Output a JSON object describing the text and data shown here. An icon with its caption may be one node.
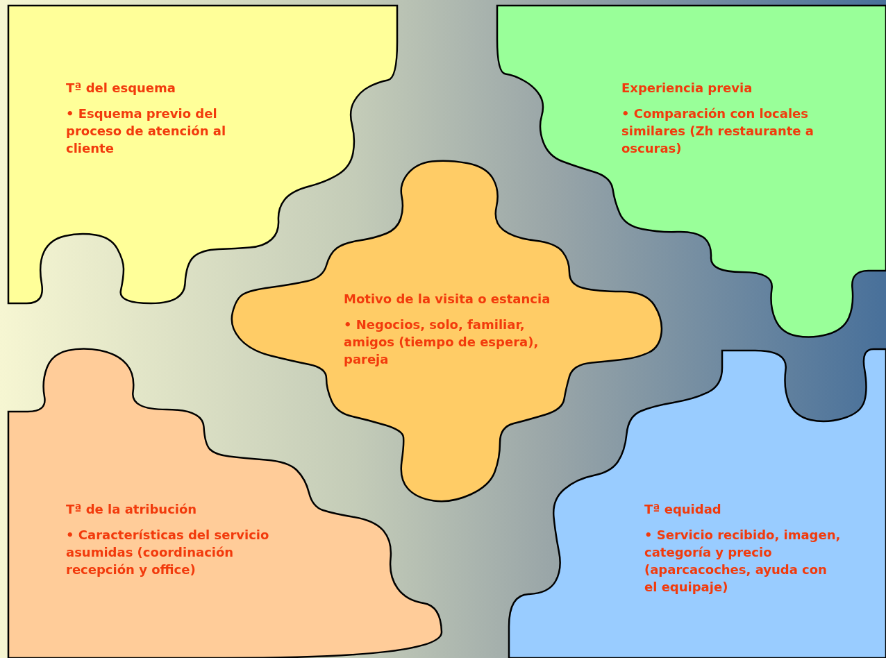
{
  "diagram": {
    "nodes": [
      {
        "text": [
          "Tª del esquema",
          "• Esquema previo del proceso de atención al cliente"
        ]
      },
      {
        "text": [
          "Experiencia previa",
          "• Comparación con locales similares (Zh restaurante a oscuras)"
        ]
      },
      {
        "text": [
          "Motivo de la visita o estancia",
          "• Negocios, solo, familiar, amigos (tiempo de espera), pareja"
        ]
      },
      {
        "text": [
          "Tª de la atribución",
          "• Características del servicio asumidas (coordinación recepción y office)"
        ]
      },
      {
        "text": [
          "Tª equidad",
          "• Servicio recibido, imagen, categoría y precio (aparcacoches, ayuda con el equipaje)"
        ]
      }
    ]
  }
}
